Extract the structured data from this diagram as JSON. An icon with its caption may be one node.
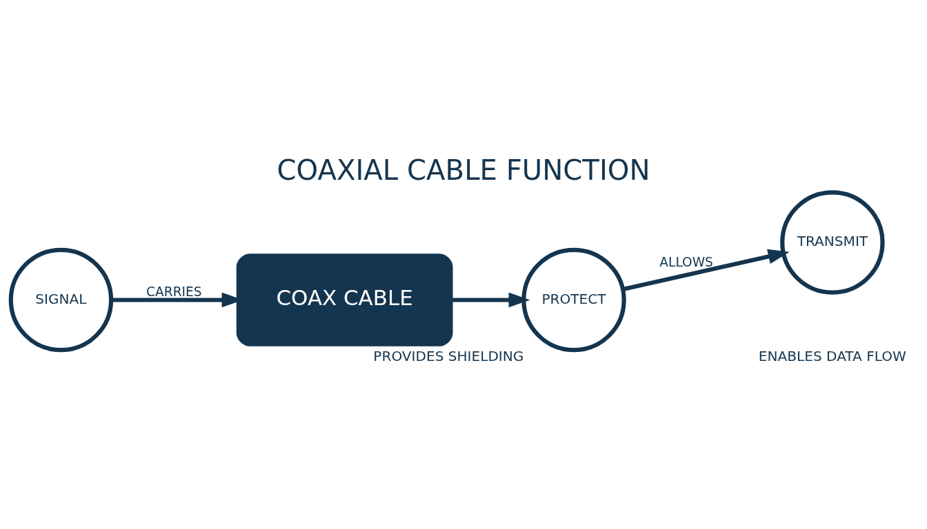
{
  "diagram": {
    "title": "COAXIAL CABLE FUNCTION",
    "nodes": [
      {
        "text": [
          "SIGNAL"
        ]
      },
      {
        "text": [
          "COAX CABLE"
        ]
      },
      {
        "text": [
          "PROTECT"
        ],
        "beside": [
          "PROVIDES SHIELDING"
        ]
      },
      {
        "text": [
          "TRANSMIT"
        ]
      }
    ],
    "edges": [
      {
        "from": 0,
        "to": 1,
        "arrow": "to",
        "label": "CARRIES"
      },
      {
        "from": 1,
        "to": 2,
        "arrow": "to"
      },
      {
        "from": 2,
        "to": 3,
        "arrow": "to",
        "label": "ALLOWS"
      }
    ],
    "labels": [
      "ENABLES DATA FLOW"
    ]
  }
}
